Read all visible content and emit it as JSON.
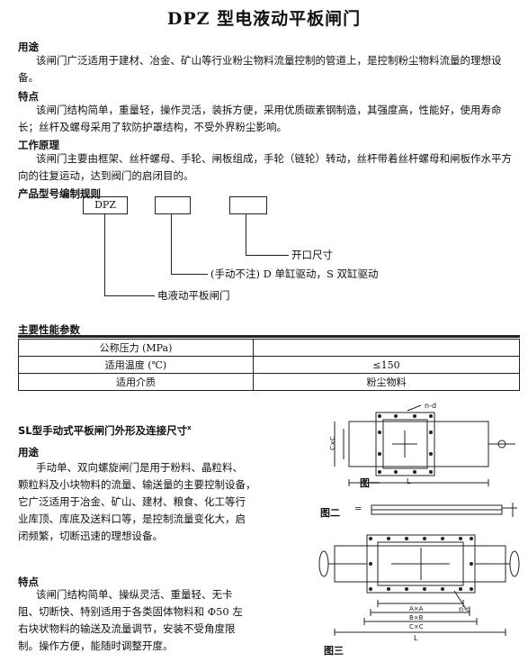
{
  "title": "DPZ 型电液动平板闸门",
  "sections": {
    "use": {
      "heading": "用途",
      "text1": "该闸门广泛适用于建材、冶金、矿山等行业粉尘物料流量控制的管道上，是控制粉尘物料流量的理想设",
      "text2": "备。"
    },
    "features": {
      "heading": "特点",
      "text1": "该闸门结构简单，重量轻，操作灵活，装拆方便，采用优质碳素钢制造，其强度高，性能好，使用寿命",
      "text2": "长；丝杆及螺母采用了软防护罩结构，不受外界粉尘影响。"
    },
    "principle": {
      "heading": "工作原理",
      "text1": "该闸门主要由框架、丝杆螺母、手轮、闸板组成，手轮（链轮）转动，丝杆带着丝杆螺母和闸板作水平方",
      "text2": "向的往复运动，达到阀门的启闭目的。"
    },
    "model": {
      "heading": "产品型号编制规则",
      "box1": "DPZ",
      "label1": "开口尺寸",
      "label2": "(手动不注) D 单缸驱动，S 双缸驱动",
      "label3": "电液动平板闸门"
    },
    "params": {
      "heading": "主要性能参数",
      "rows": [
        {
          "name": "公称压力 (MPa)",
          "value": ""
        },
        {
          "name": "适用温度 (℃)",
          "value": "≤150"
        },
        {
          "name": "适用介质",
          "value": "粉尘物料"
        }
      ]
    },
    "sl": {
      "heading": "SL型手动式平板闸门外形及连接尺寸",
      "heading_sup": "x",
      "use_heading": "用途",
      "use_lines": [
        "手动单、双向螺旋闸门是用于粉料、晶粒料、",
        "颗粒料及小块物料的流量、输送量的主要控制设备，",
        "它广泛适用于冶金、矿山、建材、粮食、化工等行",
        "业库顶、库底及送料口等，是控制流量变化大，启",
        "闭频繁，切断迅速的理想设备。"
      ],
      "feat_heading": "特点",
      "feat_lines": [
        "该闸门结构简单、操纵灵活、重量轻、无卡",
        "阻、切断快、特别适用于各类固体物料和 Φ50 左",
        "右块状物料的输送及流量调节，安装不受角度限",
        "制。操作方便，能随时调整开度。"
      ]
    },
    "figures": {
      "fig1": "图一",
      "fig2": "图二",
      "fig3": "图三",
      "nd": "n-d",
      "cc": "C×C",
      "bb": "B×B",
      "aa": "A×A",
      "L": "L",
      "eq": "="
    }
  }
}
